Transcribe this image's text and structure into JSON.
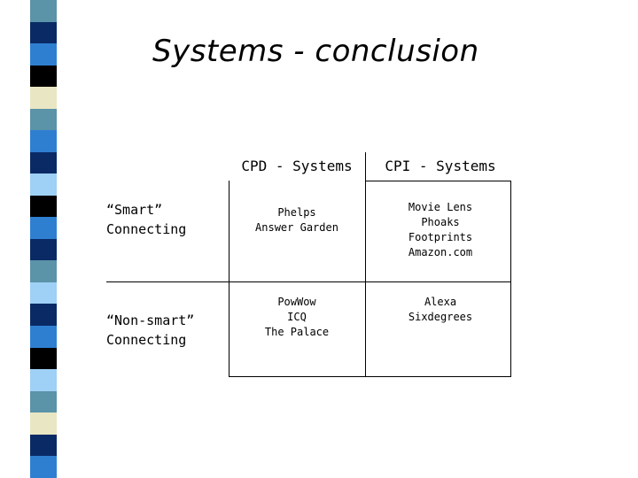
{
  "title": "Systems - conclusion",
  "columns": [
    "CPD - Systems",
    "CPI - Systems"
  ],
  "rows": [
    {
      "label": [
        "“Smart”",
        "Connecting"
      ],
      "cells": [
        [
          "Phelps",
          "Answer Garden"
        ],
        [
          "Movie Lens",
          "Phoaks",
          "Footprints",
          "Amazon.com"
        ]
      ]
    },
    {
      "label": [
        "“Non-smart”",
        "Connecting"
      ],
      "cells": [
        [
          "PowWow",
          "ICQ",
          "The Palace"
        ],
        [
          "Alexa",
          "Sixdegrees"
        ]
      ]
    }
  ],
  "stripe_colors": [
    "#5b93a8",
    "#0a2a66",
    "#2f7fd1",
    "#000000",
    "#e9e6c4",
    "#5b93a8",
    "#2f7fd1",
    "#0a2a66",
    "#9fd0f5",
    "#000000",
    "#2f7fd1",
    "#0a2a66",
    "#5b93a8",
    "#9fd0f5",
    "#0a2a66",
    "#2f7fd1",
    "#000000",
    "#9fd0f5",
    "#5b93a8",
    "#e9e6c4",
    "#0a2a66",
    "#2f7fd1"
  ]
}
